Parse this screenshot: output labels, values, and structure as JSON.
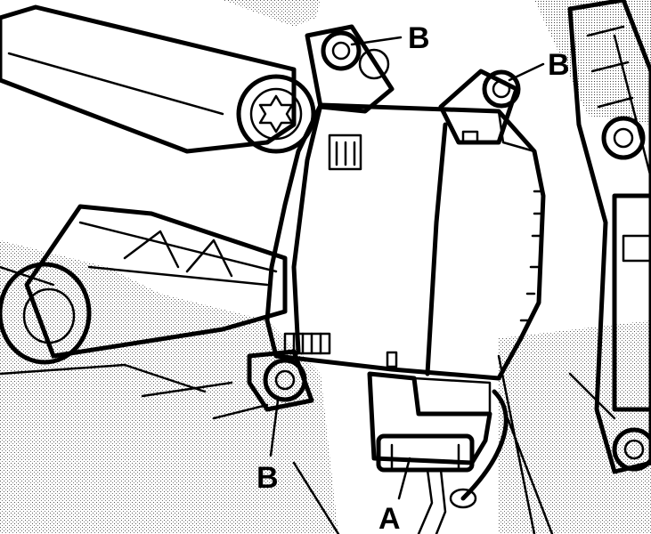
{
  "colors": {
    "ink": "#000000",
    "paper": "#ffffff",
    "shade": "#d9d9d9"
  },
  "labels": {
    "bolt_top": "B",
    "bolt_right": "B",
    "bolt_bottom": "B",
    "connector": "A"
  }
}
